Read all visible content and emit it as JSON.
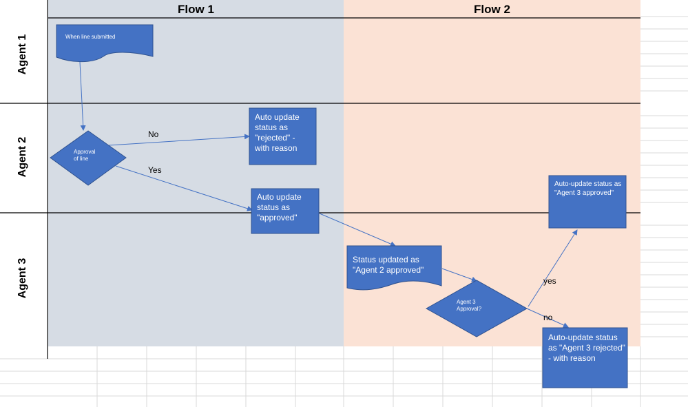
{
  "columns": [
    "Flow 1",
    "Flow 2"
  ],
  "rows": [
    "Agent 1",
    "Agent 2",
    "Agent 3"
  ],
  "colors": {
    "flow1_bg": "#d6dce4",
    "flow2_bg": "#fbe2d5",
    "shape_fill": "#4472c4",
    "shape_stroke": "#2f528f",
    "grid": "#d9d9d9",
    "connector": "#4472c4"
  },
  "nodes": {
    "when_line_submitted": "When line submitted",
    "approval_of_line": "Approval of line",
    "auto_rejected": "Auto update status as \"rejected\" - with reason",
    "auto_approved": "Auto update status as \"approved\"",
    "status_agent2_approved": "Status updated as \"Agent 2 approved\"",
    "agent3_approval": "Agent 3 Approval?",
    "auto_agent3_approved": "Auto-update status as \"Agent 3 approved\"",
    "auto_agent3_rejected": "Auto-update status as \"Agent 3 rejected\" - with reason"
  },
  "edges": {
    "no_upper": "No",
    "yes_upper": "Yes",
    "yes_lower": "yes",
    "no_lower": "no"
  }
}
